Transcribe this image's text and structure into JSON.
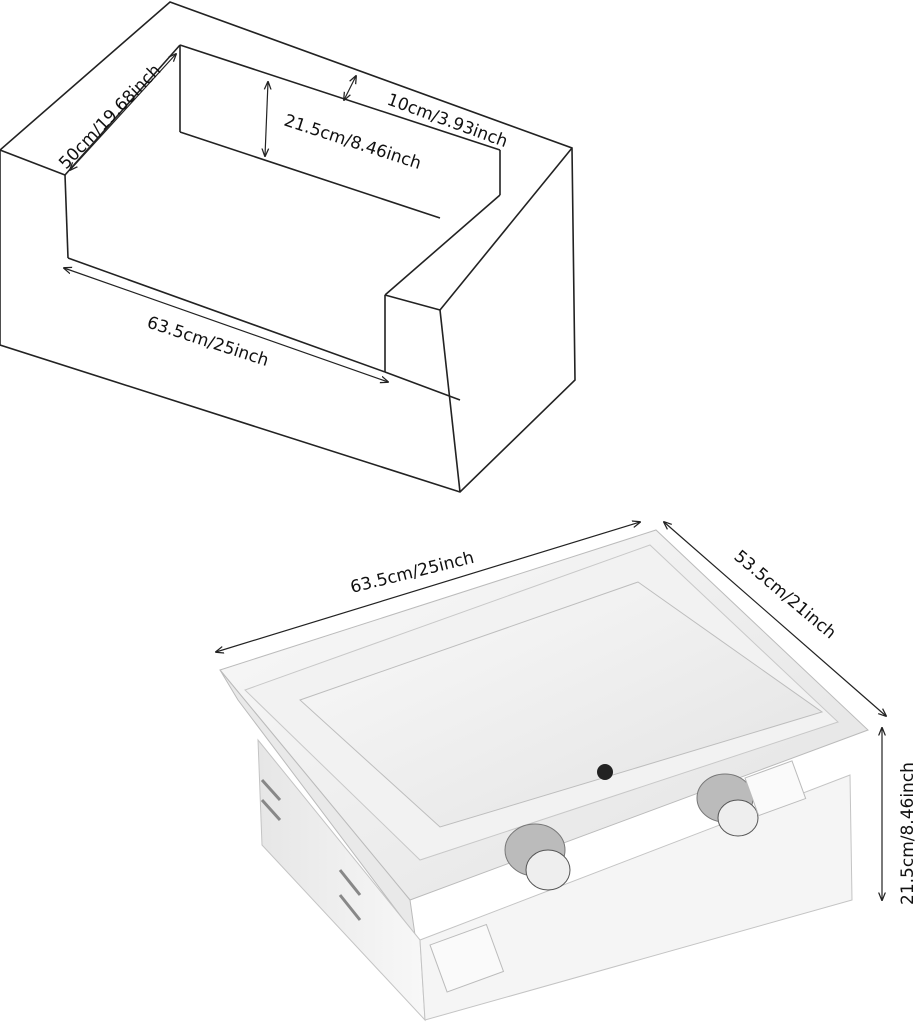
{
  "top_diagram": {
    "depth_label": "50cm/19.68inch",
    "wall_label": "10cm/3.93inch",
    "height_label": "21.5cm/8.46inch",
    "width_label": "63.5cm/25inch"
  },
  "bottom_product": {
    "width_label": "63.5cm/25inch",
    "depth_label": "53.5cm/21inch",
    "height_label": "21.5cm/8.46inch",
    "colors": {
      "steel_light": "#f4f4f4",
      "steel_mid": "#dcdcdc",
      "steel_dark": "#9a9a9a"
    }
  }
}
